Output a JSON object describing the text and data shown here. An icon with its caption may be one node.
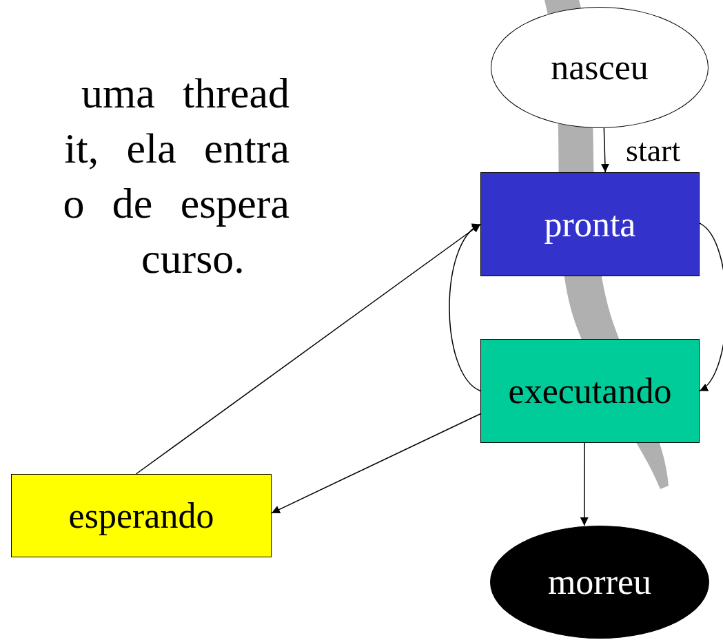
{
  "diagram": {
    "nodes": [
      {
        "text": [
          "nasceu"
        ]
      },
      {
        "text": [
          "pronta"
        ]
      },
      {
        "text": [
          "executando"
        ]
      },
      {
        "text": [
          "esperando"
        ]
      },
      {
        "text": [
          "morreu"
        ]
      }
    ],
    "edges": [
      {
        "from": 0,
        "to": 1,
        "arrow": "to",
        "label": "start"
      },
      {
        "from": 1,
        "to": 2,
        "arrow": "to"
      },
      {
        "from": 2,
        "to": 1,
        "arrow": "to"
      },
      {
        "from": 3,
        "to": 1,
        "arrow": "to"
      },
      {
        "from": 2,
        "to": 3,
        "arrow": "to"
      },
      {
        "from": 2,
        "to": 4,
        "arrow": "to"
      }
    ],
    "labels": [
      "uma thread",
      "it, ela entra",
      "o de espera",
      "curso."
    ]
  }
}
